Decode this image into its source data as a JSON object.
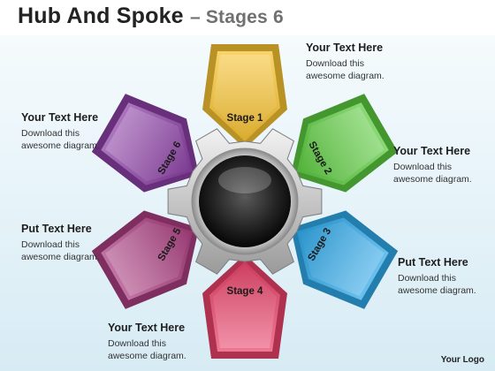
{
  "header": {
    "title_main": "Hub And Spoke",
    "title_sub": "– Stages 6"
  },
  "stages": [
    {
      "label": "Stage 1",
      "color": "#f7c232"
    },
    {
      "label": "Stage 2",
      "color": "#5bc93e"
    },
    {
      "label": "Stage 3",
      "color": "#2ea6e6"
    },
    {
      "label": "Stage 4",
      "color": "#e8436a"
    },
    {
      "label": "Stage 5",
      "color": "#a83d7e"
    },
    {
      "label": "Stage 6",
      "color": "#8a3ea3"
    }
  ],
  "callouts": {
    "top_right": {
      "title": "Your Text Here",
      "body": "Download this awesome diagram."
    },
    "right_upper": {
      "title": "Your Text Here",
      "body": "Download this awesome diagram."
    },
    "right_lower": {
      "title": "Put Text Here",
      "body": "Download this awesome diagram."
    },
    "bottom": {
      "title": "Your Text Here",
      "body": "Download this awesome diagram."
    },
    "left_lower": {
      "title": "Put Text Here",
      "body": "Download this awesome diagram."
    },
    "left_upper": {
      "title": "Your Text Here",
      "body": "Download this awesome diagram."
    }
  },
  "footer": {
    "logo": "Your Logo"
  }
}
